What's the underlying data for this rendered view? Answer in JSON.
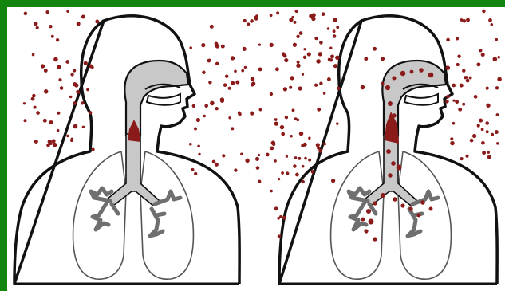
{
  "colors": {
    "frame": "#13850f",
    "particle": "#8b1a1a",
    "airway": "#c8c8c8",
    "outline": "#111111",
    "background": "#ffffff"
  },
  "icons": [
    "head-silhouette",
    "airway",
    "lungs",
    "trachea",
    "bronchi",
    "particle"
  ],
  "panels": [
    {
      "id": "left",
      "airway_particles": "few"
    },
    {
      "id": "right",
      "airway_particles": "many"
    }
  ]
}
